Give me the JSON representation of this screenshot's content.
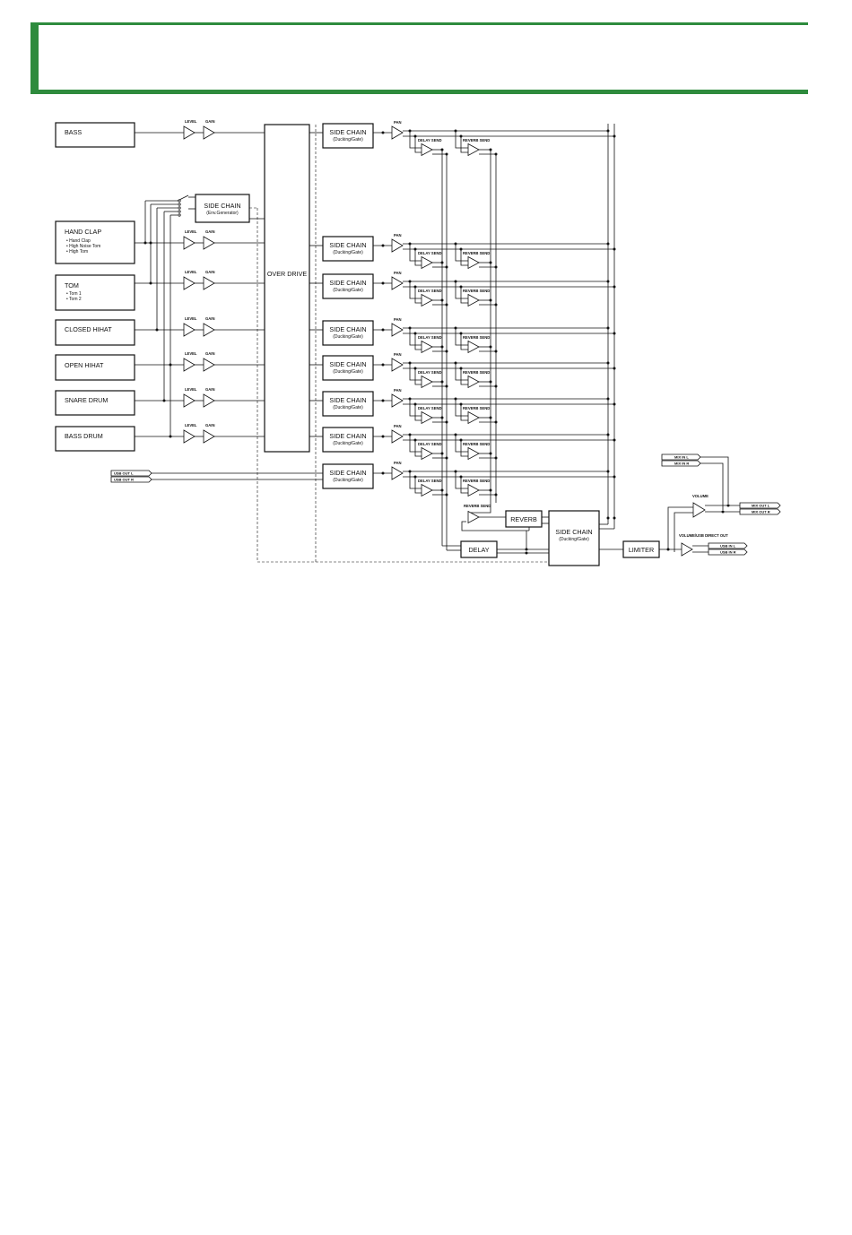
{
  "diagram": {
    "sources": [
      {
        "label": "BASS",
        "subs": []
      },
      {
        "label": "HAND CLAP",
        "subs": [
          "• Hand Clap",
          "• High Noise Tom",
          "• High Tom"
        ]
      },
      {
        "label": "TOM",
        "subs": [
          "• Tom 1",
          "• Tom 2"
        ]
      },
      {
        "label": "CLOSED HIHAT",
        "subs": []
      },
      {
        "label": "OPEN HIHAT",
        "subs": []
      },
      {
        "label": "SNARE DRUM",
        "subs": []
      },
      {
        "label": "BASS DRUM",
        "subs": []
      }
    ],
    "level_label": "LEVEL",
    "gain_label": "GAIN",
    "env_sidechain": {
      "title": "SIDE CHAIN",
      "sub": "(Env.Generator)"
    },
    "overdrive_label": "OVER DRIVE",
    "channel_sidechain": {
      "title": "SIDE CHAIN",
      "sub": "(Ducking/Gate)"
    },
    "pan_label": "PAN",
    "delay_send_label": "DELAY SEND",
    "reverb_send_label": "REVERB SEND",
    "usb_out": [
      "USB OUT L",
      "USB OUT R"
    ],
    "reverb_label": "REVERB",
    "delay_label": "DELAY",
    "master_sidechain": {
      "title": "SIDE CHAIN",
      "sub": "(Ducking/Gate)"
    },
    "limiter_label": "LIMITER",
    "mix_in": [
      "MIX IN L",
      "MIX IN R"
    ],
    "volume_label": "VOLUME",
    "mix_out": [
      "MIX OUT L",
      "MIX OUT R"
    ],
    "volume_usb_label": "VOLUME/USB DIRECT OUT",
    "usb_in": [
      "USB IN L",
      "USB IN R"
    ]
  }
}
